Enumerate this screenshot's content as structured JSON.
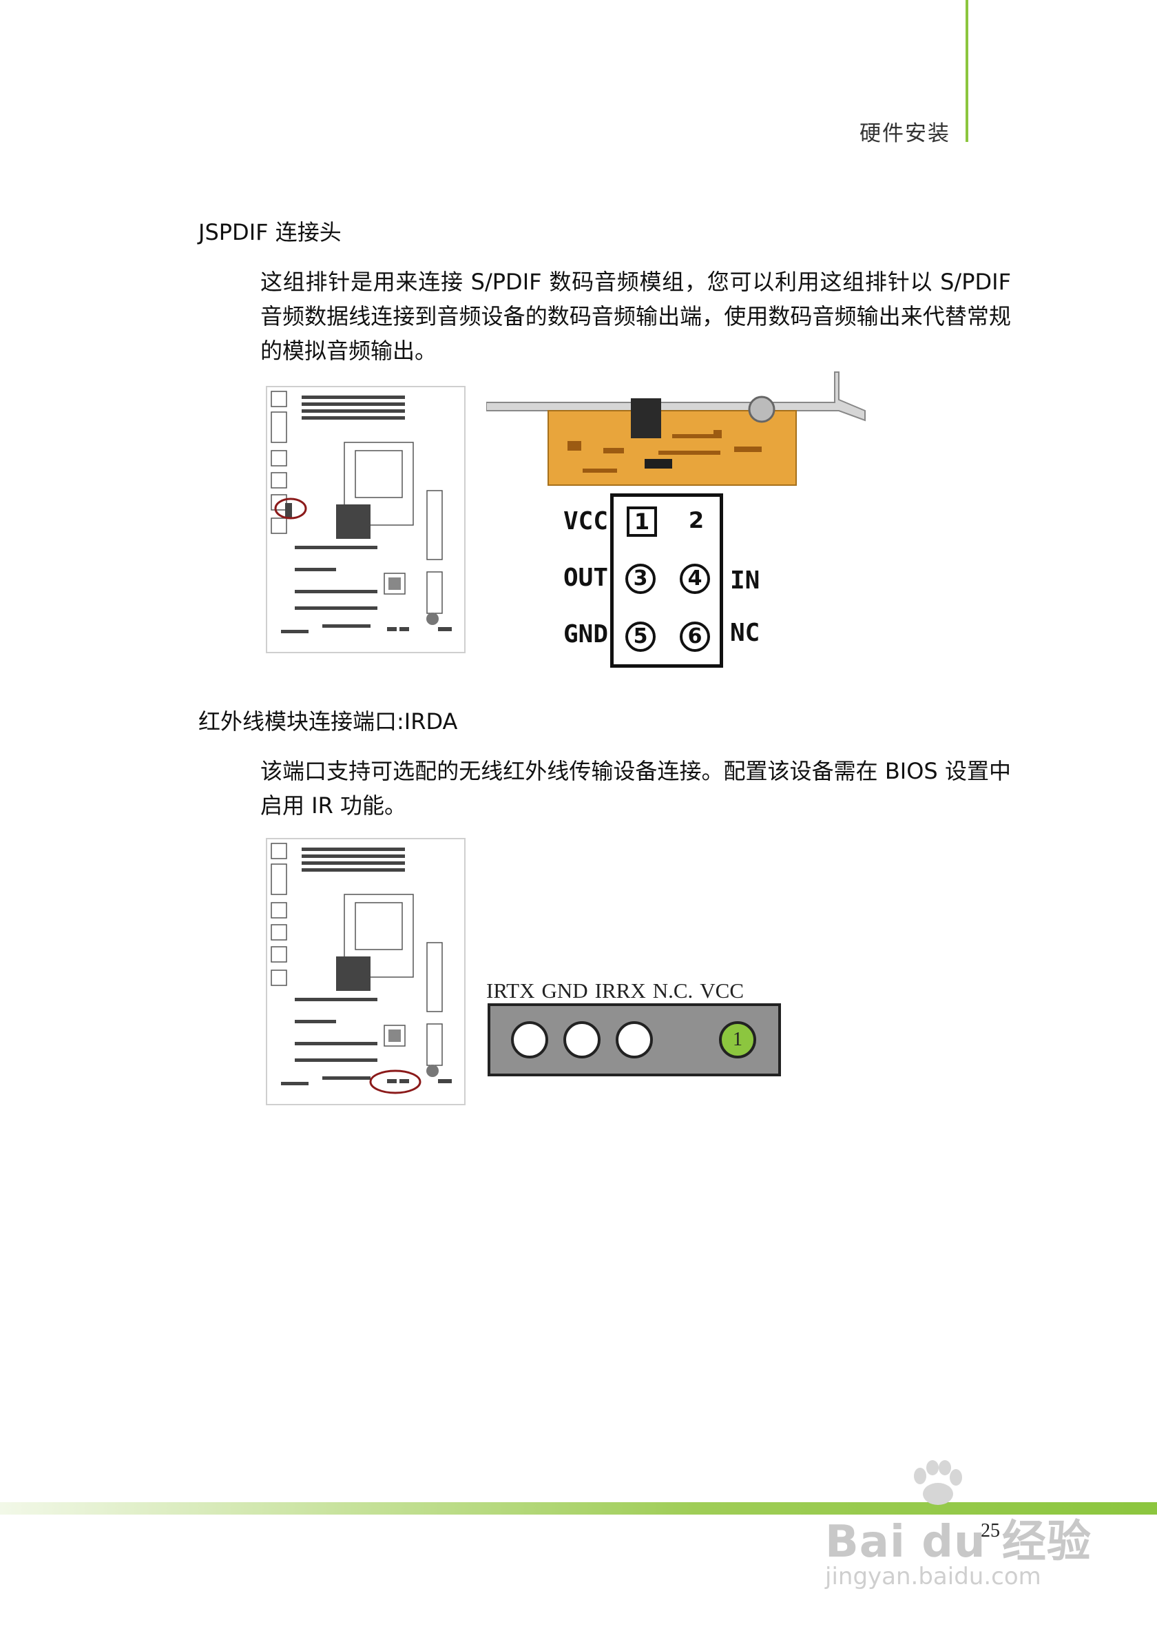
{
  "header": {
    "section_title": "硬件安装"
  },
  "jspdif": {
    "heading": "JSPDIF 连接头",
    "description": "这组排针是用来连接 S/PDIF 数码音频模组，您可以利用这组排针以 S/PDIF 音频数据线连接到音频设备的数码音频输出端，使用数码音频输出来代替常规的模拟音频输出。",
    "pins": {
      "p1": "1",
      "p2": "2",
      "p3": "3",
      "p4": "4",
      "p5": "5",
      "p6": "6",
      "label_vcc": "VCC",
      "label_out": "OUT",
      "label_gnd": "GND",
      "label_in": "IN",
      "label_nc": "NC"
    }
  },
  "irda": {
    "heading": "红外线模块连接端口:IRDA",
    "description": "该端口支持可选配的无线红外线传输设备连接。配置该设备需在 BIOS 设置中启用 IR 功能。",
    "pin_labels": [
      "IRTX",
      "GND",
      "IRRX",
      "N.C.",
      "VCC"
    ],
    "vcc_pin_number": "1"
  },
  "footer": {
    "page_number": "25"
  },
  "watermark": {
    "brand": "Bai du 经验",
    "url": "jingyan.baidu.com"
  },
  "colors": {
    "accent_green": "#8cc63f",
    "highlight_circle": "#8b1a1a",
    "ir_body": "#909090"
  }
}
